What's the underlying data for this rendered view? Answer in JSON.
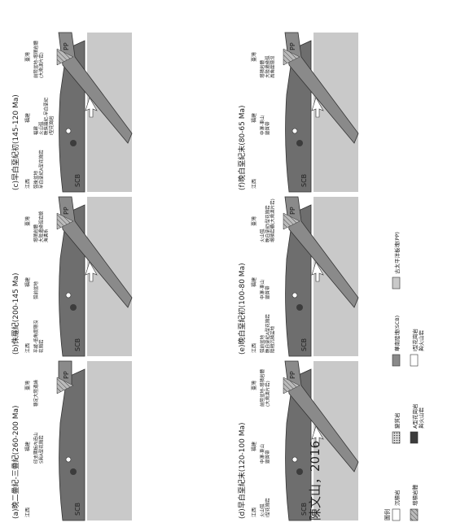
{
  "colors": {
    "ocean": "#c9c9c9",
    "crust_dark": "#6e6e6e",
    "plate": "#8a8a8a",
    "accretion": "#9d9d9d",
    "arc": "#3c3c3c",
    "outline": "#333333"
  },
  "panels": [
    {
      "id": "a",
      "title": "(a)晚二疊紀-三疊紀(260-200 Ma)",
      "left_place": "江西",
      "mid_place": "福建",
      "right_place": "臺灣",
      "note_center": "印支期板內造山\nS與A型花崗岩",
      "note_right": "穩定大陸邊緣",
      "label_scb": "SCB",
      "label_pp": "PP"
    },
    {
      "id": "b",
      "title": "(b)侏羅紀(200-145 Ma)",
      "left_place": "江西",
      "mid_place": "福建",
      "right_place": "臺灣",
      "note_center": "弧前盆地",
      "note_right": "增積岩體\n大陸邊緣弧岩漿\n海溝系",
      "note_left": "平緩-低角度隱沒\n花崗岩",
      "label_scb": "SCB",
      "label_pp": "PP"
    },
    {
      "id": "c",
      "title": "(c)早白堊紀初(145-120 Ma)",
      "left_place": "江西",
      "mid_place": "福建",
      "right_place": "臺灣",
      "note_left": "弧後盆地\n早白堊紀A型花崗岩",
      "note_center": "福建\n火山弧\n晚侏羅紀-早白堊紀\nI型花崗岩",
      "note_right": "前陸盆地-增積岩體\n(大南澳片岩)",
      "label_scb": "SCB",
      "label_pp": "PP"
    },
    {
      "id": "d",
      "title": "(d)早白堊紀末(120-100 Ma)",
      "left_place": "江西",
      "mid_place": "福建",
      "right_place": "臺灣",
      "note_center": "中澤-東山\n變質帶",
      "note_right": "前陸盆地-增積岩體\n(大南澳片岩)",
      "note_left": "火山弧\nI型花崗岩",
      "label_scb": "SCB",
      "label_pp": "PP"
    },
    {
      "id": "e",
      "title": "(e)晚白堊紀初(100-80 Ma)",
      "left_place": "江西",
      "mid_place": "福建",
      "right_place": "臺灣",
      "note_left": "弧前盆地\n晚白堊紀A型花崗岩\n陸相沉積盆地",
      "note_center": "中澤-東山\n變質帶",
      "note_right": "火山弧\n晚白堊紀I型花崗岩\n增積岩體(大南澳片岩)",
      "label_scb": "SCB",
      "label_pp": "PP"
    },
    {
      "id": "f",
      "title": "(f)晚白堊紀末(80-65 Ma)",
      "left_place": "江西",
      "mid_place": "福建",
      "right_place": "臺灣",
      "note_center": "中澤-東山\n變質帶",
      "note_right": "增積岩體\n大陸邊緣弧\n高角度隱沒",
      "label_scb": "SCB",
      "label_pp": "PP"
    }
  ],
  "legend": {
    "title": "圖例",
    "items": [
      {
        "label": "沉積岩",
        "swatch": "blank"
      },
      {
        "label": "增積岩體",
        "swatch": "hatch"
      },
      {
        "label": "變質岩",
        "swatch": "dots"
      },
      {
        "label": "A型花崗岩\n與火山岩",
        "swatch": "dark"
      },
      {
        "label": "華南陸塊(SCB)",
        "swatch": "grey"
      },
      {
        "label": "I型花崗岩\n與火山岩",
        "swatch": "white-box"
      },
      {
        "label": "古太平洋板塊(PP)",
        "swatch": "light"
      }
    ]
  },
  "source": "陳文山，2016"
}
